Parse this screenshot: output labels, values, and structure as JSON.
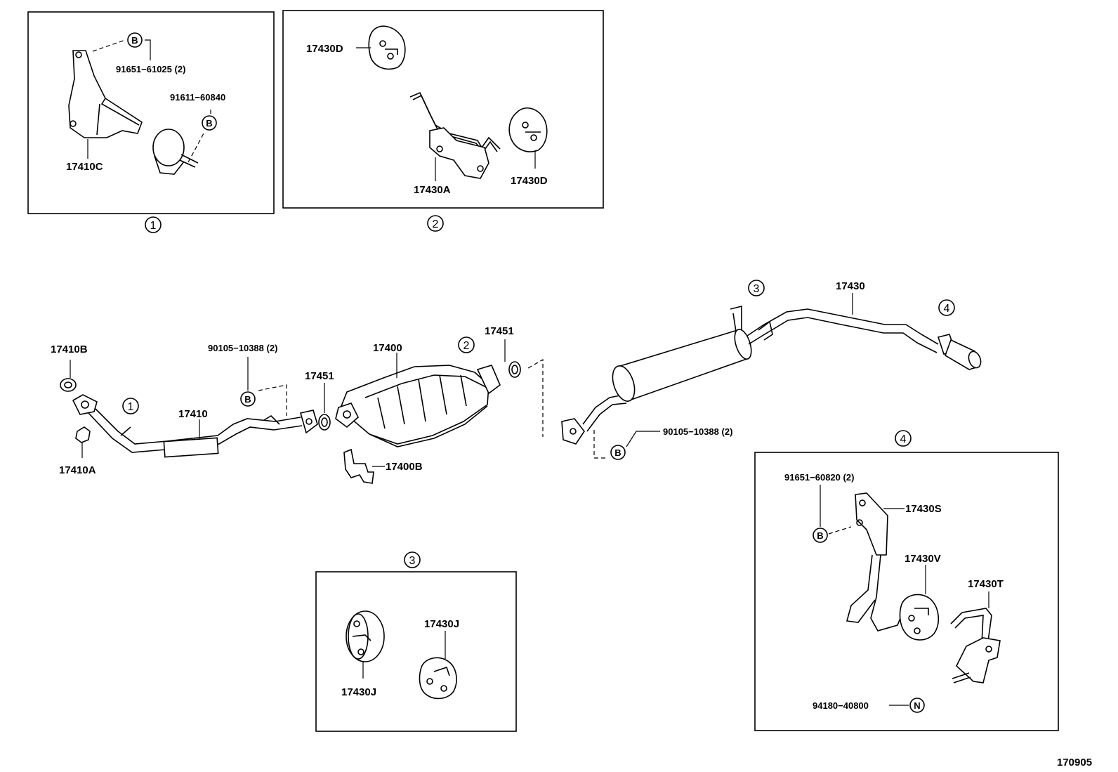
{
  "diagram_number": "170905",
  "views": {
    "v1": {
      "number": "1"
    },
    "v2": {
      "number": "2"
    },
    "v3": {
      "number": "3"
    },
    "v4": {
      "number": "4"
    }
  },
  "markers": {
    "b": "B",
    "n": "N",
    "one": "1",
    "two": "2",
    "three": "3",
    "four": "4"
  },
  "labels": {
    "p91651_61025": "91651−61025 (2)",
    "p91611_60840": "91611−60840",
    "p17410C": "17410C",
    "p17430D_top": "17430D",
    "p17430A": "17430A",
    "p17430D_bot": "17430D",
    "p17430": "17430",
    "p17451_right": "17451",
    "p17410B": "17410B",
    "p90105_mid": "90105−10388 (2)",
    "p17400": "17400",
    "p17451_left": "17451",
    "p17410": "17410",
    "p17410A": "17410A",
    "p17400B": "17400B",
    "p90105_right": "90105−10388 (2)",
    "p17430J_right": "17430J",
    "p17430J_left": "17430J",
    "p91651_60820": "91651−60820 (2)",
    "p17430S": "17430S",
    "p17430V": "17430V",
    "p17430T": "17430T",
    "p94180_40800": "94180−40800"
  }
}
